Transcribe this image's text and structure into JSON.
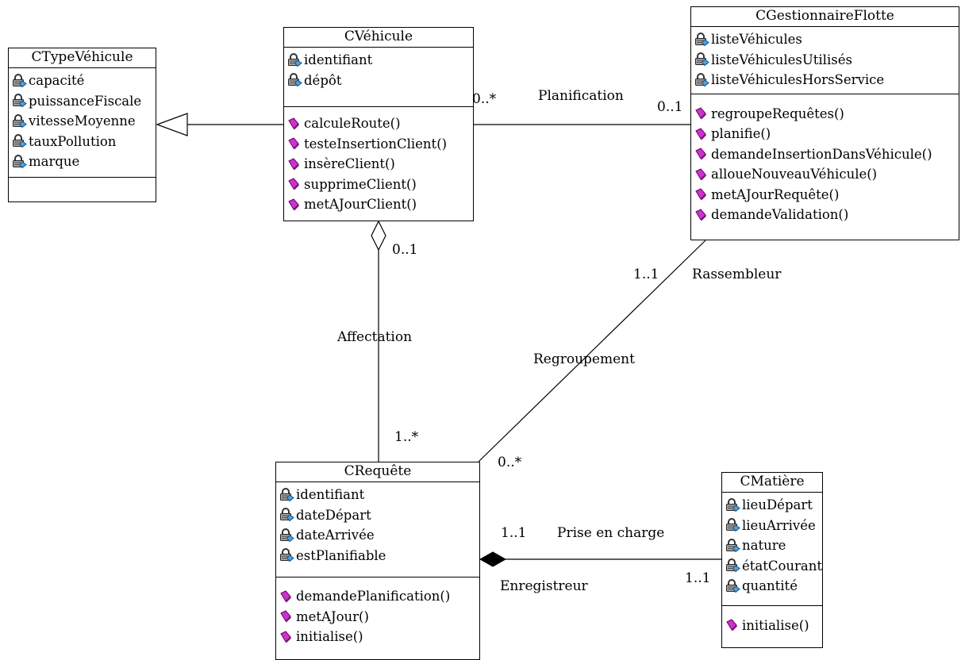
{
  "classes": {
    "typevehicule": {
      "name": "CTypeVéhicule",
      "attributes": [
        "capacité",
        "puissanceFiscale",
        "vitesseMoyenne",
        "tauxPollution",
        "marque"
      ],
      "operations": []
    },
    "vehicule": {
      "name": "CVéhicule",
      "attributes": [
        "identifiant",
        "dépôt"
      ],
      "operations": [
        "calculeRoute()",
        "testeInsertionClient()",
        "insèreClient()",
        "supprimeClient()",
        "metAJourClient()"
      ]
    },
    "gestionnaire": {
      "name": "CGestionnaireFlotte",
      "attributes": [
        "listeVéhicules",
        "listeVéhiculesUtilisés",
        "listeVéhiculesHorsService"
      ],
      "operations": [
        "regroupeRequêtes()",
        "planifie()",
        "demandeInsertionDansVéhicule()",
        "alloueNouveauVéhicule()",
        "metAJourRequête()",
        "demandeValidation()"
      ]
    },
    "requete": {
      "name": "CRequête",
      "attributes": [
        "identifiant",
        "dateDépart",
        "dateArrivée",
        "estPlanifiable"
      ],
      "operations": [
        "demandePlanification()",
        "metAJour()",
        "initialise()"
      ]
    },
    "matiere": {
      "name": "CMatière",
      "attributes": [
        "lieuDépart",
        "lieuArrivée",
        "nature",
        "étatCourant",
        "quantité"
      ],
      "operations": [
        "initialise()"
      ]
    }
  },
  "associations": {
    "planification": {
      "name": "Planification",
      "mult_vehicule": "0..*",
      "mult_gestionnaire": "0..1"
    },
    "affectation": {
      "name": "Affectation",
      "mult_vehicule": "0..1",
      "mult_requete": "1..*"
    },
    "regroupement": {
      "name": "Regroupement",
      "role": "Rassembleur",
      "mult_gestionnaire": "1..1",
      "mult_requete": "0..*"
    },
    "prise_en_charge": {
      "name": "Prise en charge",
      "role": "Enregistreur",
      "mult_requete": "1..1",
      "mult_matiere": "1..1"
    }
  },
  "colors": {
    "attribute_icon_key": "#4aa3e0",
    "operation_icon": "#cc33cc",
    "line": "#000000"
  }
}
